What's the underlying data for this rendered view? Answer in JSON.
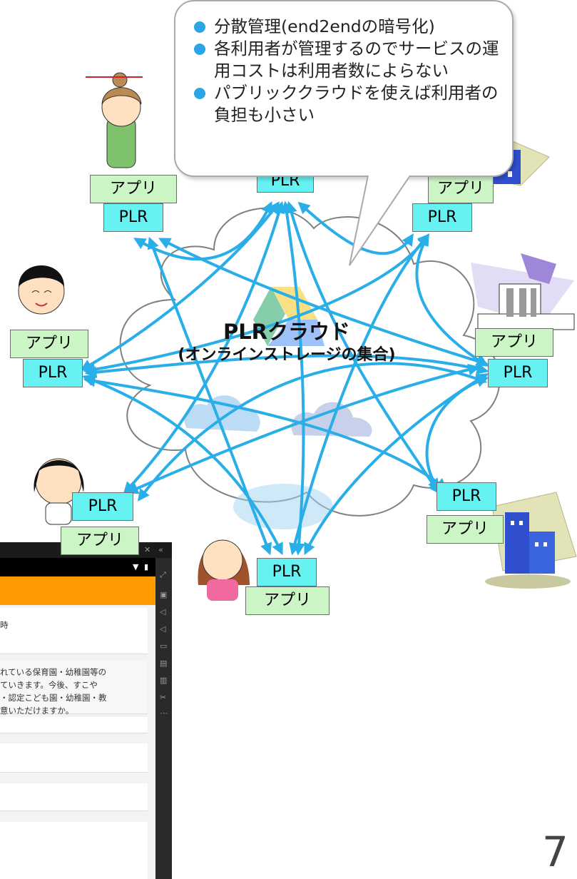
{
  "callout": {
    "bullets": [
      "分散管理(end2endの暗号化)",
      "各利用者が管理するのでサービスの運用コストは利用者数によらない",
      "パブリッククラウドを使えば利用者の負担も小さい"
    ]
  },
  "cloud": {
    "title": "PLRクラウド",
    "subtitle": "(オンラインストレージの集合)"
  },
  "nodes": {
    "app_label": "アプリ",
    "plr_label": "PLR",
    "top_plr_partial": "PLR"
  },
  "phone": {
    "row_label": "時",
    "consent_text": [
      "れている保育園・幼稚園等の",
      "ていきます。今後、すこや",
      "・認定こども園・幼稚園・教",
      "意いただけますか。"
    ]
  },
  "page_number": "7",
  "colors": {
    "arrow": "#29aee8",
    "plr_box": "#66f2f2",
    "app_box": "#ccf5c6",
    "bullet": "#2aa6e6",
    "app_bar": "#ff9a00"
  }
}
